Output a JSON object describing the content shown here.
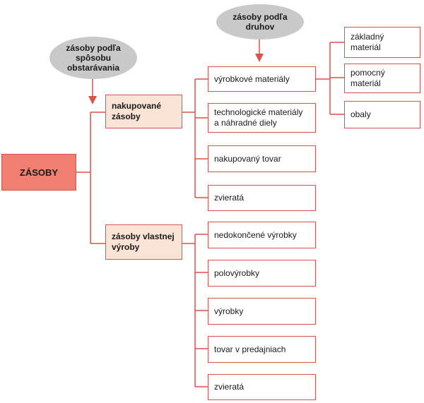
{
  "ovals": {
    "by_acquisition": "zásoby podľa spôsobu obstarávania",
    "by_type": "zásoby podľa druhov"
  },
  "root": "ZÁSOBY",
  "categories": {
    "purchased": "nakupované zásoby",
    "own_production": "zásoby vlastnej výroby"
  },
  "purchased_items": [
    "výrobkové materiály",
    "technologické materiály a náhradné diely",
    "nakupovaný tovar",
    "zvieratá"
  ],
  "material_types": [
    "základný materiál",
    "pomocný materiál",
    "obaly"
  ],
  "own_items": [
    "nedokončené výrobky",
    "polovýrobky",
    "výrobky",
    "tovar v predajniach",
    "zvieratá"
  ],
  "colors": {
    "border": "#d9534a",
    "root_fill": "#f07f72",
    "category_fill": "#fbe3d6",
    "oval_fill": "#c9c9c9",
    "arrow": "#d9534a"
  }
}
